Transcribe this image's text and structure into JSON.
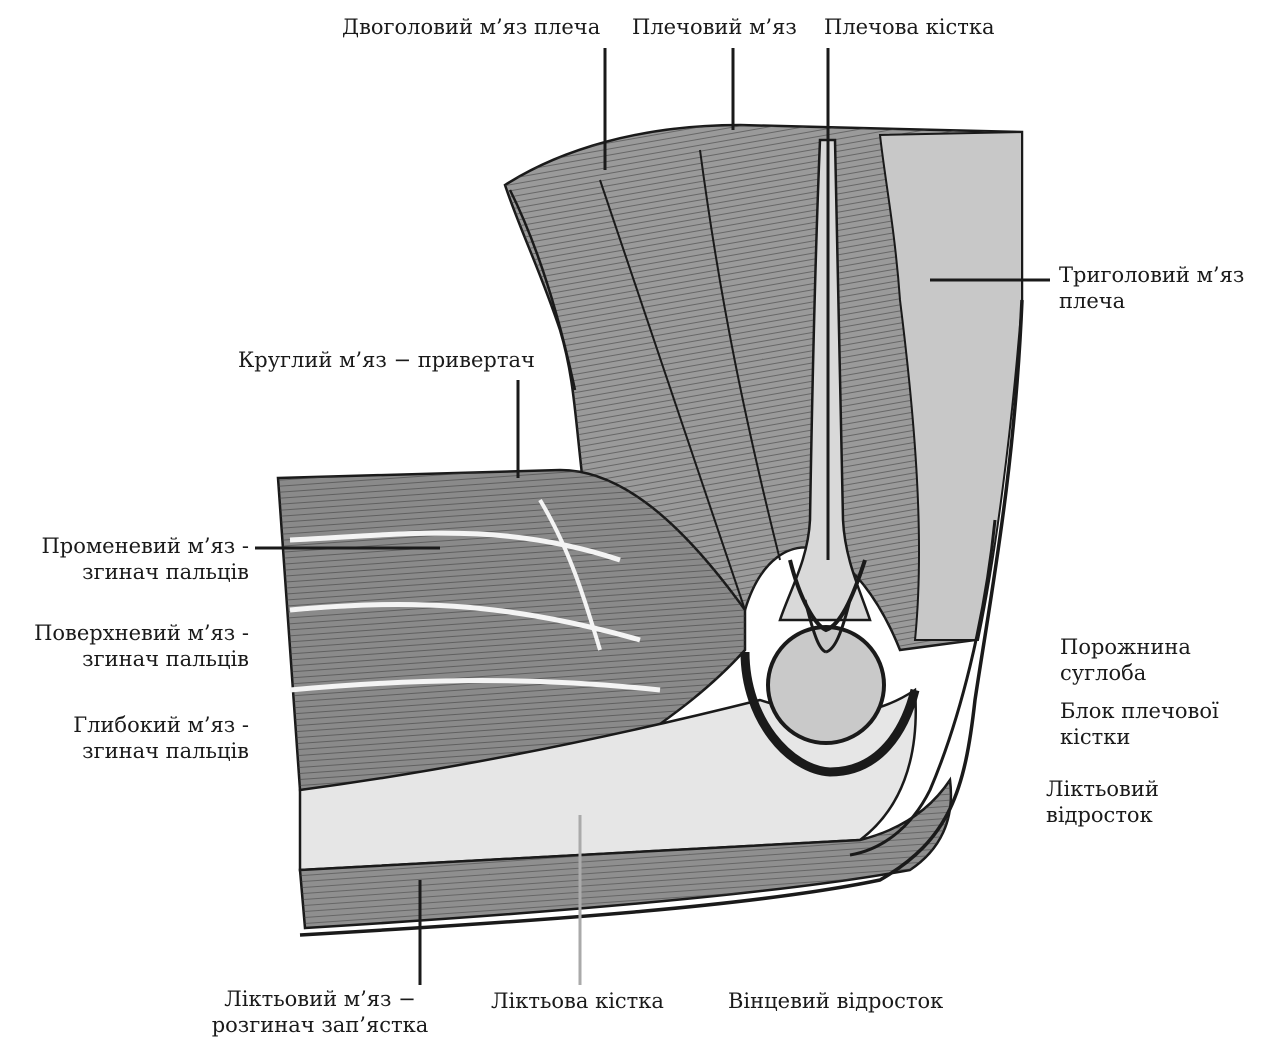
{
  "labels": {
    "biceps": "Двоголовий м’яз плеча",
    "brachialis": "Плечовий м’яз",
    "humerus": "Плечова кістка",
    "triceps": [
      "Триголовий м’яз",
      "плеча"
    ],
    "pronator": "Круглий м’яз − привертач",
    "radial_flexor": [
      "Променевий м’яз -",
      "згинач пальців"
    ],
    "superficial_flexor": [
      "Поверхневий м’яз -",
      "згинач пальців"
    ],
    "deep_flexor": [
      "Глибокий м’яз -",
      "згинач пальців"
    ],
    "joint_cavity": [
      "Порожнина",
      "суглоба"
    ],
    "trochlea": [
      "Блок плечової",
      "кістки"
    ],
    "olecranon": [
      "Ліктьовий",
      "відросток"
    ],
    "ulnar_extensor": [
      "Ліктьовий м’яз −",
      "розгинач зап’ястка"
    ],
    "ulna": "Ліктьова кістка",
    "coronoid": "Вінцевий відросток"
  },
  "colors": {
    "ink": "#1a1a1a",
    "muscle_dark": "#5a5a5a",
    "muscle_mid": "#8c8c8c",
    "muscle_light": "#c4c4c4",
    "bone": "#e6e6e6",
    "leader_gray": "#aaaaaa"
  }
}
